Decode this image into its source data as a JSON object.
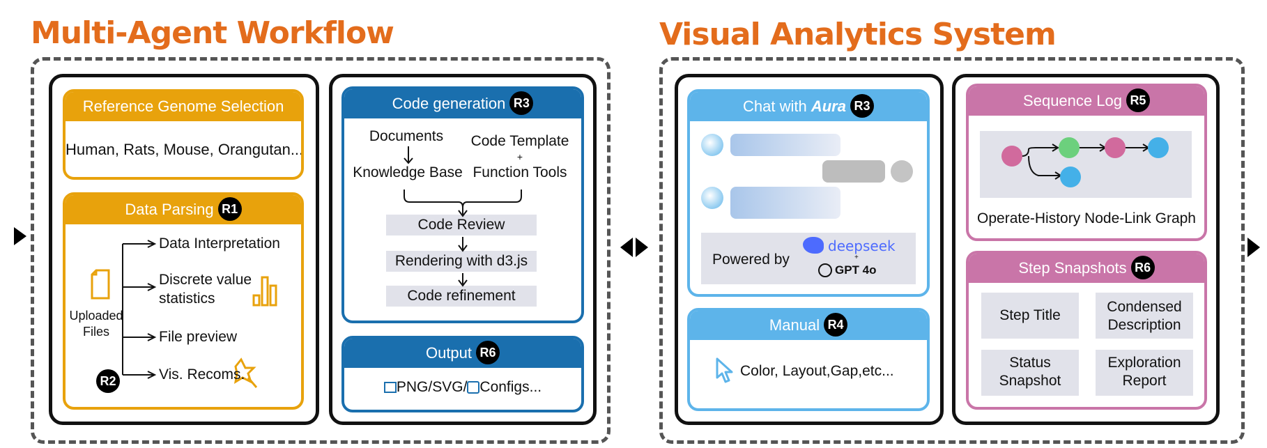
{
  "left": {
    "title": "Multi-Agent Workflow",
    "genome": {
      "header": "Reference Genome Selection",
      "body": "Human, Rats, Mouse, Orangutan..."
    },
    "parsing": {
      "header": "Data Parsing",
      "badge": "R1",
      "badge2": "R2",
      "uploaded_label": "Uploaded\nFiles",
      "items": [
        "Data Interpretation",
        "Discrete value\nstatistics",
        "File preview",
        "Vis. Recoms."
      ]
    },
    "codegen": {
      "header": "Code generation",
      "badge": "R3",
      "documents": "Documents",
      "knowledge": "Knowledge Base",
      "template": "Code Template",
      "plus": "+",
      "tools": "Function Tools",
      "steps": [
        "Code Review",
        "Rendering with d3.js",
        "Code refinement"
      ]
    },
    "output": {
      "header": "Output",
      "badge": "R6",
      "text1": "PNG/SVG/",
      "text2": "Configs..."
    }
  },
  "right": {
    "title": "Visual Analytics System",
    "chat": {
      "header_prefix": "Chat with ",
      "header_name": "Aura",
      "badge": "R3",
      "powered_by": "Powered by",
      "deepseek": "deepseek",
      "plus": "+",
      "gpt": "GPT 4o"
    },
    "manual": {
      "header": "Manual",
      "badge": "R4",
      "body": "Color, Layout,Gap,etc..."
    },
    "seqlog": {
      "header": "Sequence Log",
      "badge": "R5",
      "caption": "Operate-History Node-Link Graph"
    },
    "snapshots": {
      "header": "Step Snapshots",
      "badge": "R6",
      "cells": [
        "Step Title",
        "Condensed\nDescription",
        "Status\nSnapshot",
        "Exploration\nReport"
      ]
    }
  },
  "colors": {
    "title": "#e36c1c",
    "gold": "#e8a20c",
    "blue": "#1a6fae",
    "sky": "#5db4ea",
    "pink": "#c975a8"
  }
}
